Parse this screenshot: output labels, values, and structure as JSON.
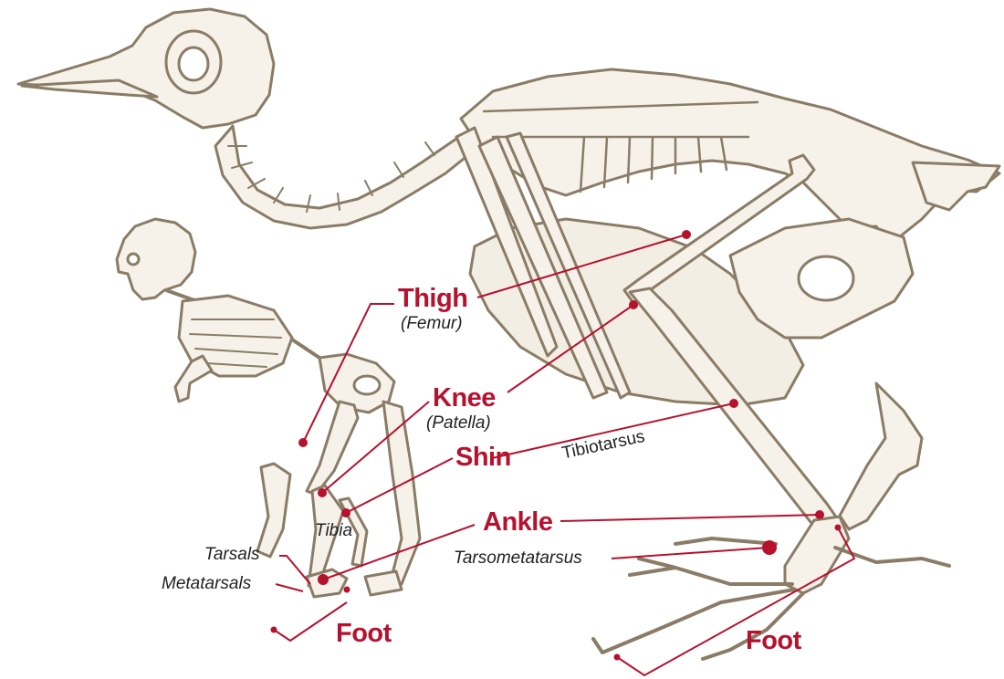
{
  "colors": {
    "accent": "#b5122e",
    "bone": "#8a7c66",
    "bone_fill": "#f6f2ea",
    "text": "#222222"
  },
  "labels": {
    "thigh": "Thigh",
    "femur": "(Femur)",
    "knee": "Knee",
    "patella": "(Patella)",
    "shin": "Shin",
    "tibiotarsus": "Tibiotarsus",
    "tibia": "Tibia",
    "ankle": "Ankle",
    "tarsals": "Tarsals",
    "metatarsals": "Metatarsals",
    "tarsometatarsus": "Tarsometatarsus",
    "foot_human": "Foot",
    "foot_bird": "Foot"
  }
}
